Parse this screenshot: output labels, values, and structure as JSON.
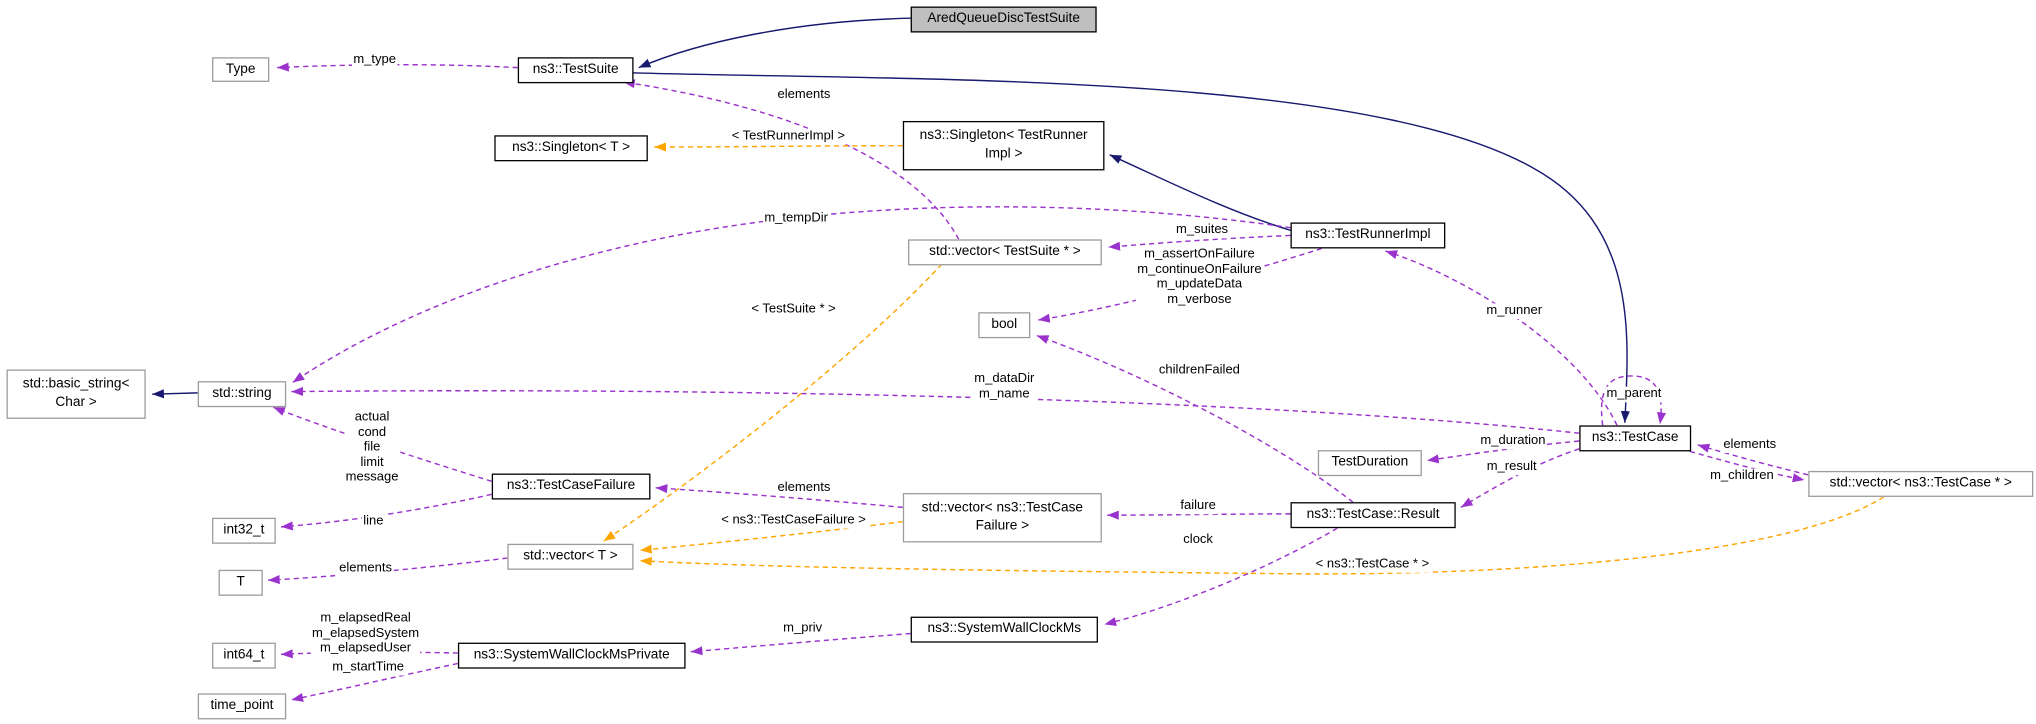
{
  "diagram": {
    "nodes": {
      "ared": {
        "label": "AredQueueDiscTestSuite"
      },
      "type": {
        "label": "Type"
      },
      "test_suite": {
        "label": "ns3::TestSuite"
      },
      "singleton_t": {
        "label": "ns3::Singleton< T >"
      },
      "singleton_tri": {
        "label": "ns3::Singleton< TestRunner\nImpl >"
      },
      "vec_test_suite": {
        "label": "std::vector< TestSuite * >"
      },
      "test_runner_impl": {
        "label": "ns3::TestRunnerImpl"
      },
      "bool": {
        "label": "bool"
      },
      "basic_string": {
        "label": "std::basic_string<\nChar >"
      },
      "std_string": {
        "label": "std::string"
      },
      "test_case": {
        "label": "ns3::TestCase"
      },
      "test_duration": {
        "label": "TestDuration"
      },
      "vec_test_case": {
        "label": "std::vector< ns3::TestCase * >"
      },
      "test_case_failure": {
        "label": "ns3::TestCaseFailure"
      },
      "vec_failure": {
        "label": "std::vector< ns3::TestCase\nFailure >"
      },
      "result": {
        "label": "ns3::TestCase::Result"
      },
      "int32": {
        "label": "int32_t"
      },
      "vec_t": {
        "label": "std::vector< T >"
      },
      "t": {
        "label": "T"
      },
      "int64": {
        "label": "int64_t"
      },
      "swcm_private": {
        "label": "ns3::SystemWallClockMsPrivate"
      },
      "swcm": {
        "label": "ns3::SystemWallClockMs"
      },
      "time_point": {
        "label": "time_point"
      }
    },
    "edge_labels": {
      "m_type": "m_type",
      "elements_suites": "elements",
      "tmpl_test_runner": "< TestRunnerImpl >",
      "m_temp_dir": "m_tempDir",
      "m_suites": "m_suites",
      "runner_flags": "m_assertOnFailure\nm_continueOnFailure\nm_updateData\nm_verbose",
      "tmpl_test_suite": "< TestSuite * >",
      "children_failed": "childrenFailed",
      "m_data_dir": "m_dataDir\nm_name",
      "m_runner": "m_runner",
      "m_parent": "m_parent",
      "failure_strings": "actual\ncond\nfile\nlimit\nmessage",
      "m_duration": "m_duration",
      "m_result": "m_result",
      "elements_children": "elements",
      "m_children": "m_children",
      "elements_failures": "elements",
      "tmpl_failure": "< ns3::TestCaseFailure >",
      "failure": "failure",
      "line": "line",
      "clock": "clock",
      "elements_t": "elements",
      "tmpl_test_case": "< ns3::TestCase * >",
      "elapsed": "m_elapsedReal\nm_elapsedSystem\nm_elapsedUser",
      "m_priv": "m_priv",
      "m_start_time": "m_startTime"
    },
    "colors": {
      "inheritance": "#191970",
      "usage": "#9a32cd",
      "template_relation": "#ffa500",
      "main_node_fill": "#bfbfbf",
      "node_border": "#000000",
      "external_border": "#9c9c9c"
    }
  }
}
